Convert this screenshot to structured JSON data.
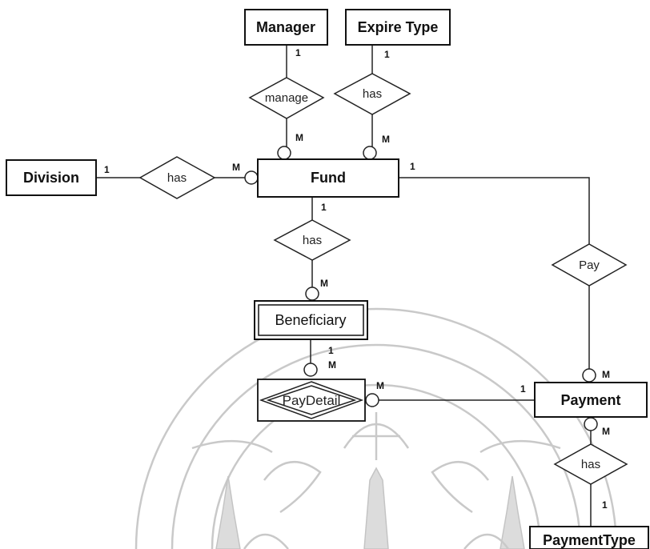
{
  "entities": {
    "manager": "Manager",
    "expire_type": "Expire Type",
    "division": "Division",
    "fund": "Fund",
    "beneficiary": "Beneficiary",
    "payment": "Payment",
    "payment_type": "PaymentType"
  },
  "relationships": {
    "manage": "manage",
    "has_expire": "has",
    "has_division": "has",
    "has_beneficiary": "has",
    "pay": "Pay",
    "pay_detail": "PayDetail",
    "has_payment_type": "has"
  },
  "cardinalities": {
    "manager_manage": "1",
    "manage_fund": "M",
    "expire_has": "1",
    "has_fund_expire": "M",
    "division_has": "1",
    "has_fund_division": "M",
    "fund_pay": "1",
    "fund_has_beneficiary": "1",
    "has_beneficiary_m": "M",
    "beneficiary_paydetail": "1",
    "paydetail_beneficiary_m": "M",
    "paydetail_payment_m": "M",
    "payment_paydetail": "1",
    "pay_payment_m": "M",
    "payment_has_m": "M",
    "has_paymenttype": "1"
  }
}
